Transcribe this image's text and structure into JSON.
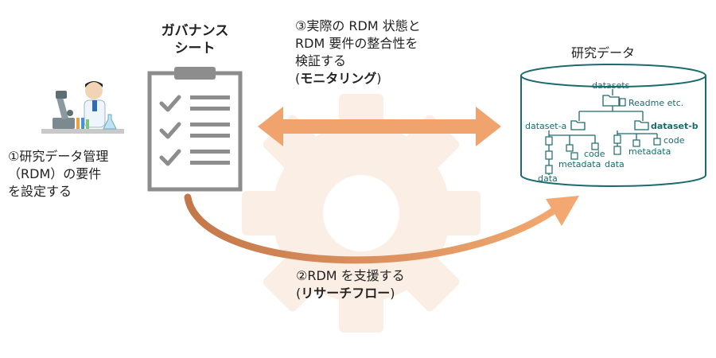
{
  "researcher": {
    "label_lines": [
      "①研究データ管理",
      "（RDM）の要件",
      "を設定する"
    ]
  },
  "governance": {
    "title_lines": [
      "ガバナンス",
      "シート"
    ]
  },
  "monitoring": {
    "lines": [
      "③実際の RDM 状態と",
      "RDM 要件の整合性を",
      "検証する"
    ],
    "paren_open": "(",
    "emphasis": "モニタリング",
    "paren_close": ")"
  },
  "research_flow": {
    "line1": "②RDM を支援する",
    "paren_open": "(",
    "emphasis": "リサーチフロー",
    "paren_close": ")"
  },
  "research_data": {
    "title": "研究データ",
    "root": "datasets",
    "readme": "Readme etc.",
    "dataset_a": "dataset-a",
    "dataset_b": "dataset-b",
    "code_a": "code",
    "metadata_a": "metadata",
    "data_a1": "data",
    "data_a2": "data",
    "code_b": "code",
    "metadata_b": "metadata"
  },
  "colors": {
    "arrow": "#f0a36c",
    "gear": "#fbeee4",
    "db_stroke": "#1b6b6e",
    "clipboard": "#8d8d8d"
  }
}
